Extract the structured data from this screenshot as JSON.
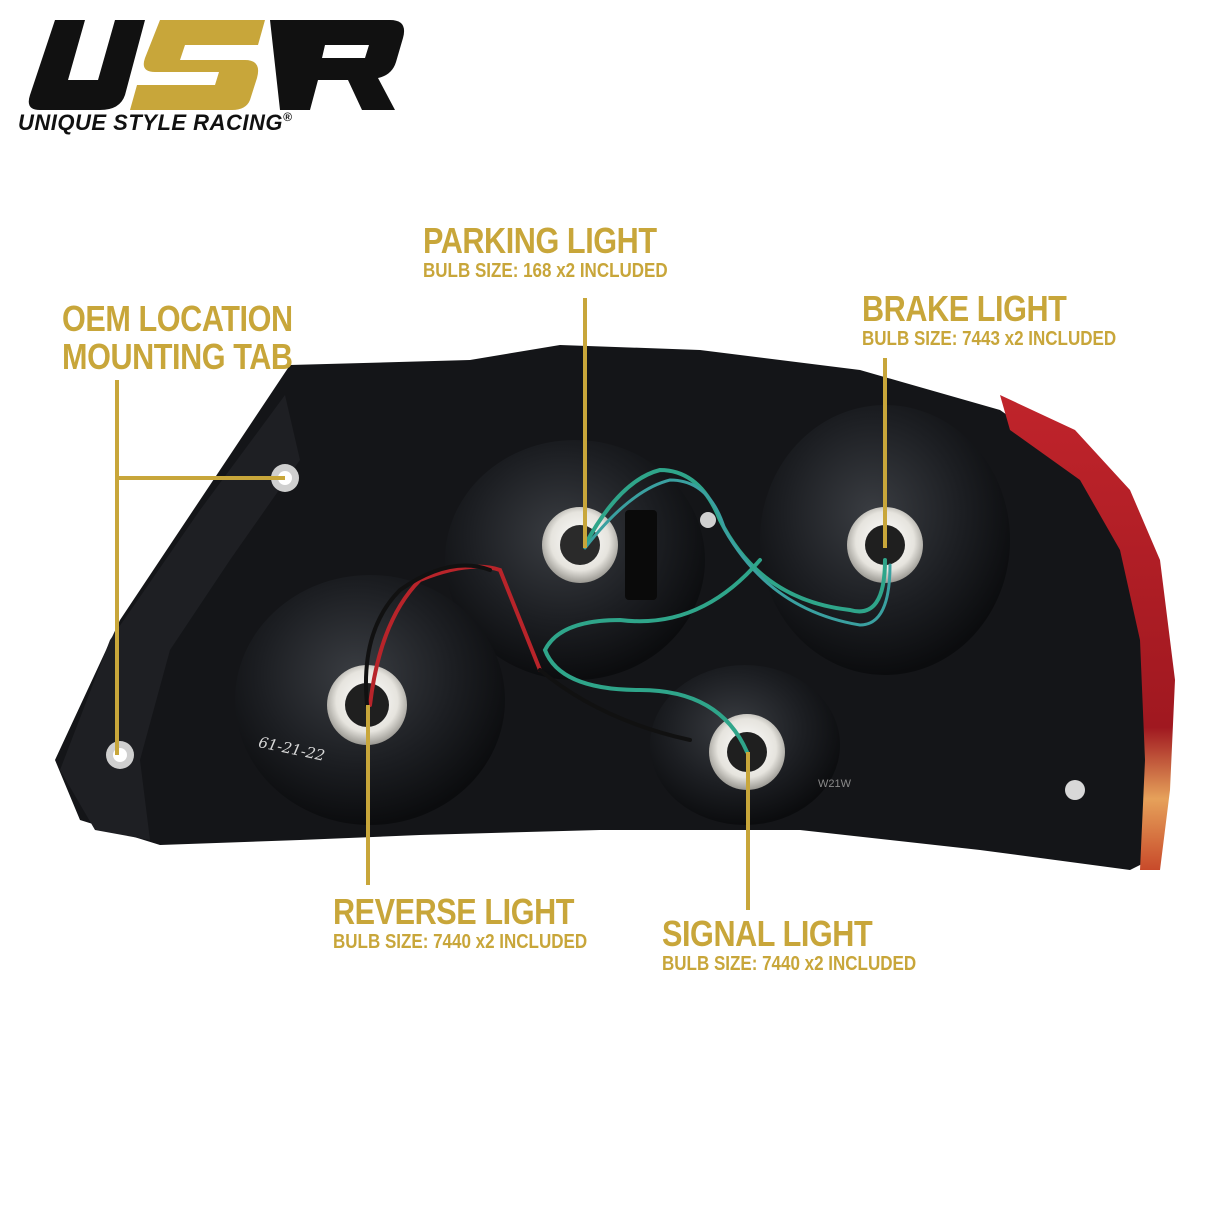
{
  "brand": {
    "logo_letters": "USR",
    "name": "UNIQUE STYLE RACING",
    "registered_mark": "®",
    "colors": {
      "gold": "#c8a63a",
      "black": "#111111"
    }
  },
  "callouts": {
    "parking": {
      "title": "PARKING LIGHT",
      "subtitle": "BULB SIZE: 168 x2 INCLUDED"
    },
    "brake": {
      "title": "BRAKE LIGHT",
      "subtitle": "BULB SIZE: 7443 x2 INCLUDED"
    },
    "oem": {
      "line1": "OEM LOCATION",
      "line2": "MOUNTING TAB"
    },
    "reverse": {
      "title": "REVERSE LIGHT",
      "subtitle": "BULB SIZE: 7440 x2 INCLUDED"
    },
    "signal": {
      "title": "SIGNAL LIGHT",
      "subtitle": "BULB SIZE: 7440 x2 INCLUDED"
    }
  },
  "product_markings": {
    "handwritten_code": "61-21-22",
    "bulb_code": "W21W"
  }
}
